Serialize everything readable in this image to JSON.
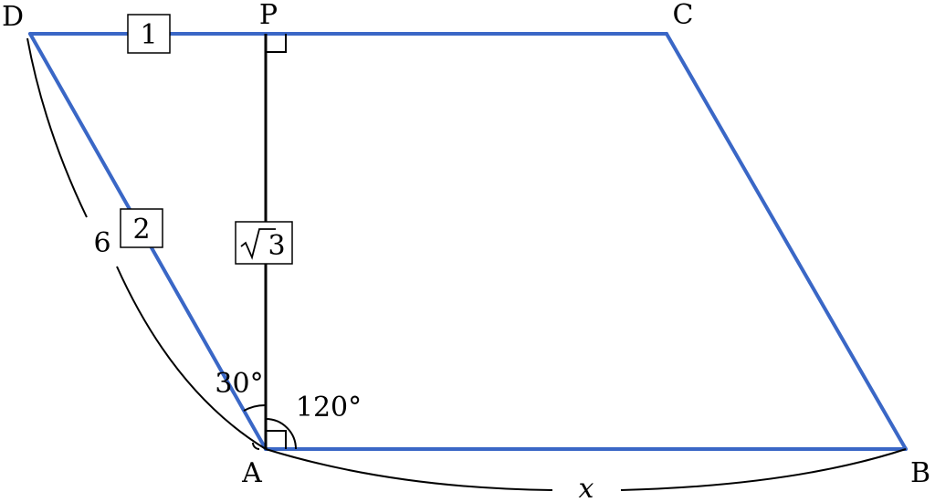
{
  "vertices": {
    "D": "D",
    "P": "P",
    "C": "C",
    "A": "A",
    "B": "B"
  },
  "boxes": {
    "dp": "1",
    "ad": "2",
    "ap_radicand": "3"
  },
  "measures": {
    "ad_length": "6",
    "ab_length": "x",
    "angle_dap": "30°",
    "angle_dab": "120°"
  },
  "colors": {
    "parallelogram": "#3a67c6",
    "construction": "#000000"
  }
}
